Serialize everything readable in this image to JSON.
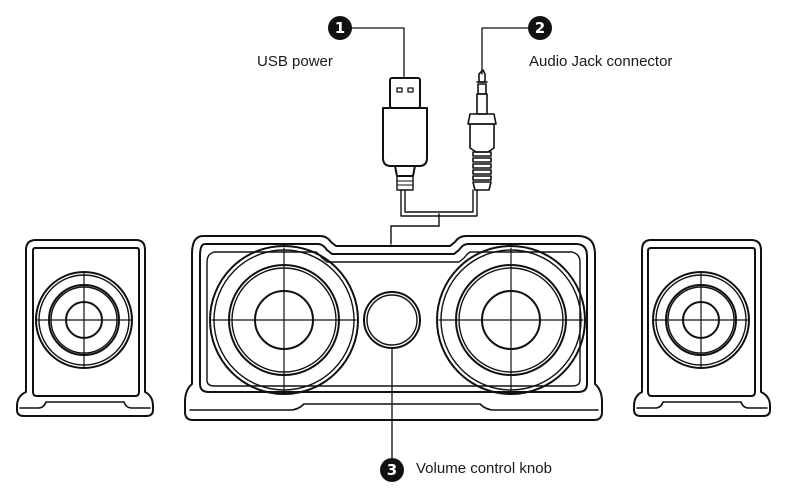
{
  "callouts": [
    {
      "number": "1",
      "label": "USB power"
    },
    {
      "number": "2",
      "label": "Audio Jack connector"
    },
    {
      "number": "3",
      "label": "Volume control knob"
    }
  ],
  "colors": {
    "line": "#111111",
    "badge": "#111111",
    "badge_text": "#ffffff",
    "background": "#ffffff"
  }
}
